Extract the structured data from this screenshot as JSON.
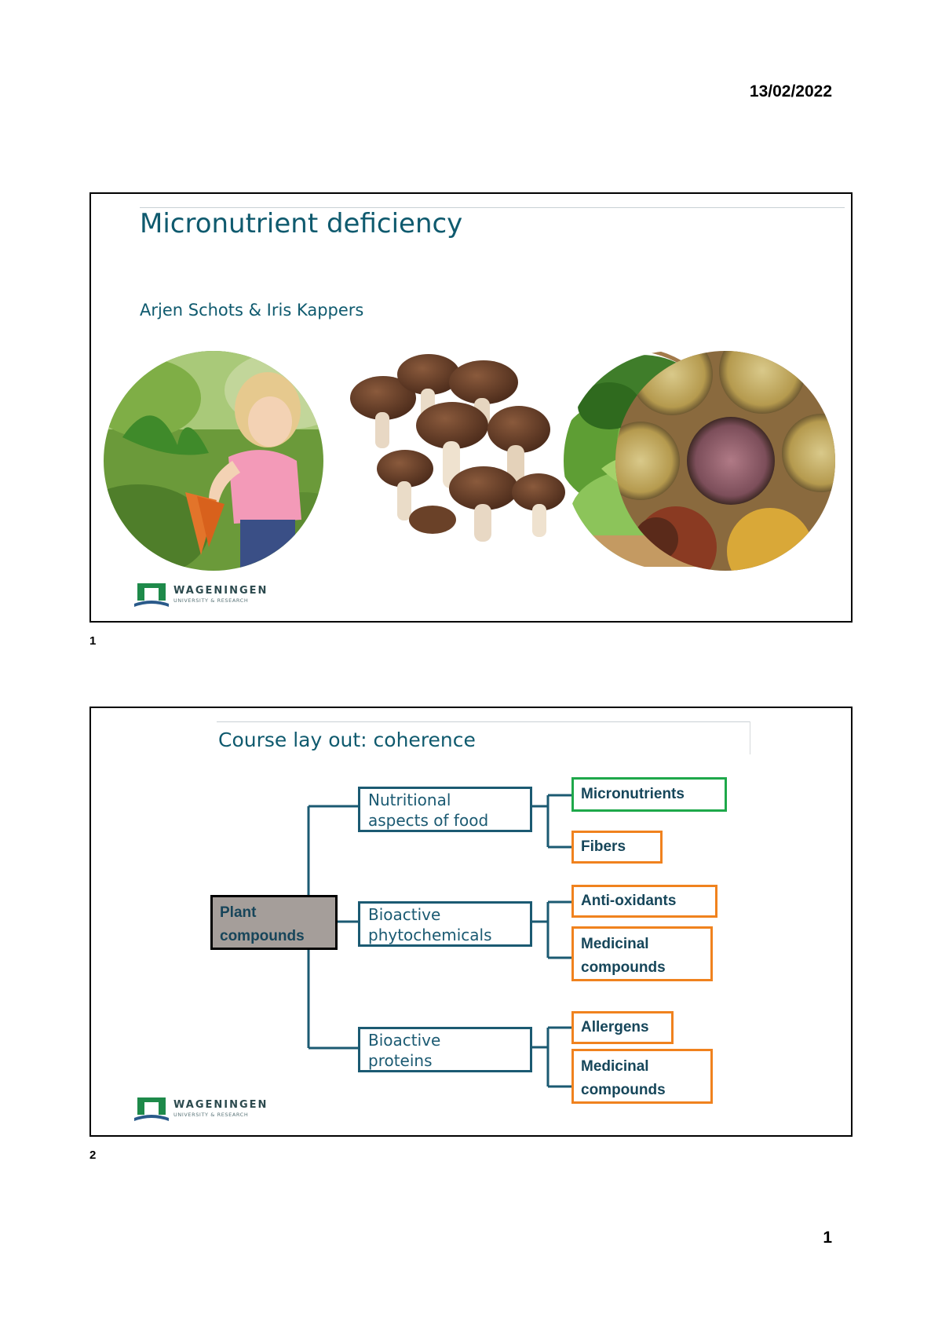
{
  "header": {
    "date": "13/02/2022"
  },
  "footer": {
    "page_number": "1"
  },
  "slides": [
    {
      "number": "1",
      "title": "Micronutrient deficiency",
      "authors": "Arjen Schots & Iris Kappers",
      "photos": [
        "child-with-carrots-photo",
        "mushrooms-photo",
        "herbs-basket-photo",
        "dried-herbs-jars-photo"
      ],
      "logo": {
        "name": "WAGENINGEN",
        "subtitle": "UNIVERSITY & RESEARCH"
      }
    },
    {
      "number": "2",
      "title": "Course lay out: coherence",
      "diagram": {
        "root": "Plant compounds",
        "branches": [
          {
            "label": "Nutritional aspects of food",
            "children": [
              "Micronutrients",
              "Fibers"
            ]
          },
          {
            "label": "Bioactive phytochemicals",
            "children": [
              "Anti-oxidants",
              "Medicinal compounds"
            ]
          },
          {
            "label": "Bioactive proteins",
            "children": [
              "Allergens",
              "Medicinal compounds"
            ]
          }
        ]
      },
      "logo": {
        "name": "WAGENINGEN",
        "subtitle": "UNIVERSITY & RESEARCH"
      }
    }
  ],
  "colors": {
    "title_teal": "#0f5a6e",
    "diagram_blue": "#1b5a72",
    "root_fill": "#a59e9a",
    "highlight_green": "#1ea84a",
    "leaf_orange": "#f0821e"
  }
}
